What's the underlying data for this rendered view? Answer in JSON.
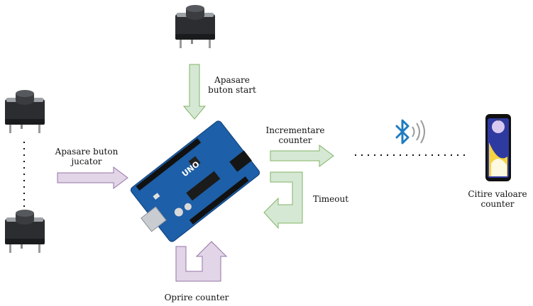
{
  "labels": {
    "start": [
      "Apasare",
      "buton start"
    ],
    "player": [
      "Apasare buton",
      "jucator"
    ],
    "increment": [
      "Incrementare",
      "counter"
    ],
    "timeout": "Timeout",
    "stop": "Oprire counter",
    "read": [
      "Citire valoare",
      "counter"
    ],
    "board_text": "UNO"
  },
  "colors": {
    "green_fill": "#d5e8d4",
    "green_stroke": "#82b366",
    "purple_fill": "#e1d5e7",
    "purple_stroke": "#9673a6",
    "board_blue": "#1d5fa8",
    "bluetooth": "#1f7bc0"
  },
  "icons": [
    "push-button-icon",
    "arduino-uno-board",
    "bluetooth-icon",
    "smartphone-icon"
  ]
}
